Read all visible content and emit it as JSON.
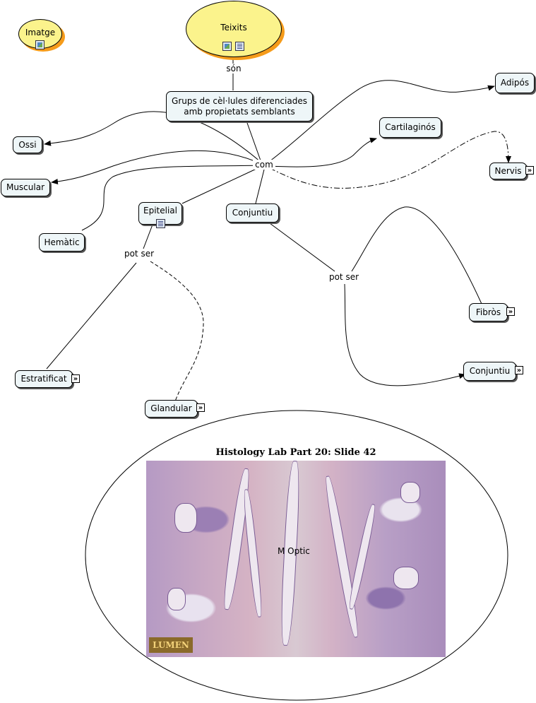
{
  "nodes": {
    "imatge": "Imatge",
    "teixits": "Teixits",
    "grups": "Grups de cèl·lules diferenciades amb propietats semblants",
    "ossi": "Ossi",
    "muscular": "Muscular",
    "hematic": "Hemàtic",
    "epitelial": "Epitelial",
    "conjuntiu": "Conjuntiu",
    "cartilaginos": "Cartilaginós",
    "adipos": "Adipós",
    "nervis": "Nervis",
    "fibros": "Fibròs",
    "conjuntiu2": "Conjuntiu",
    "estratificat": "Estratificat",
    "glandular": "Glandular"
  },
  "links": {
    "son": "són",
    "com": "com",
    "pot_ser_1": "pot ser",
    "pot_ser_2": "pot ser"
  },
  "image": {
    "title": "Histology Lab Part 20: Slide 42",
    "label": "M  Optic",
    "logo": "LUMEN"
  },
  "colors": {
    "concept_fill": "#eef6f8",
    "root_fill": "#fbf38c",
    "root_shadow": "#f59b1a"
  },
  "icons": [
    "image-icon",
    "document-icon",
    "expand-arrow-icon"
  ]
}
